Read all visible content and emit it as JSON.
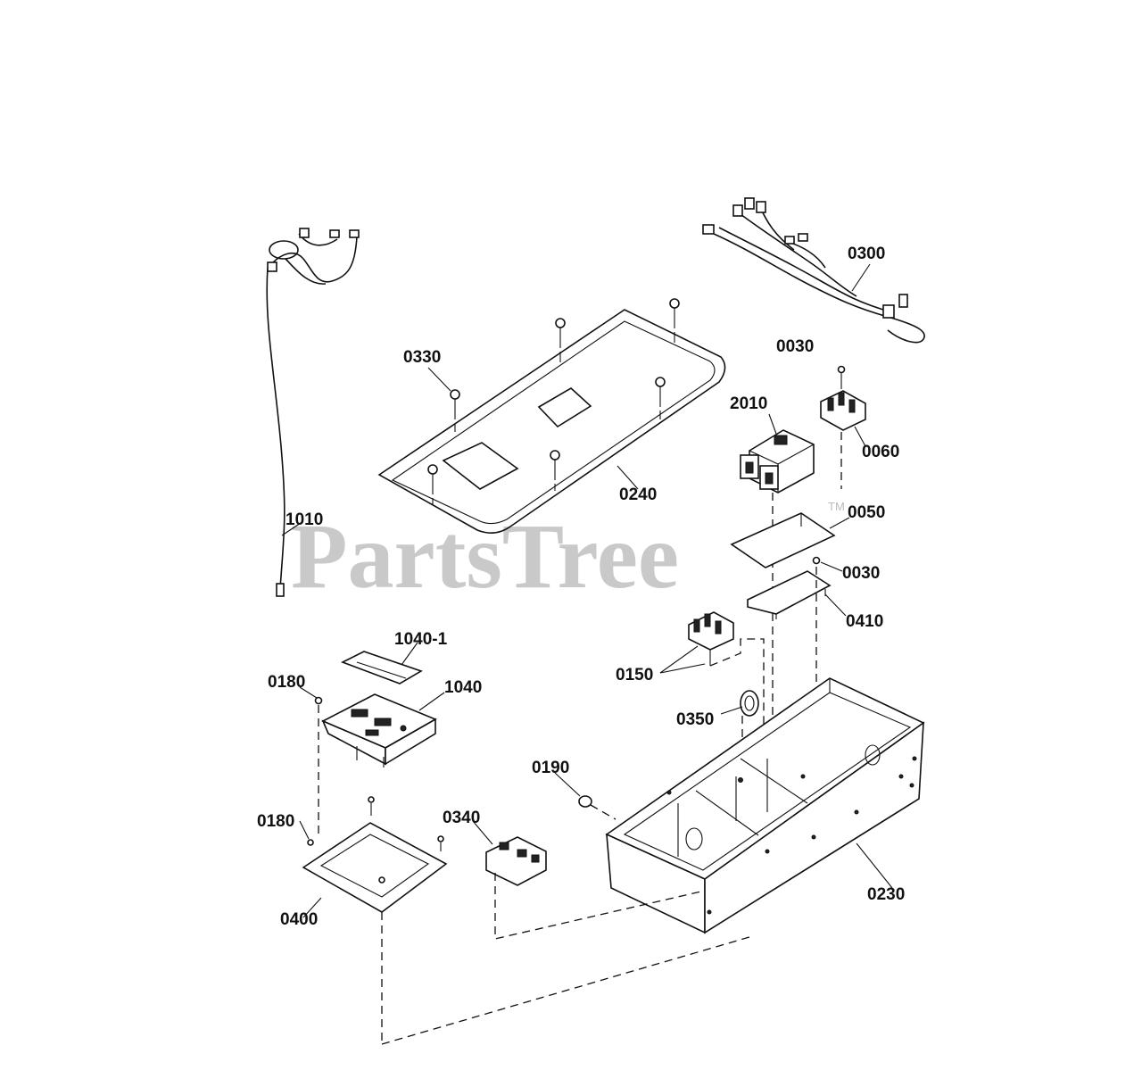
{
  "watermark": {
    "text": "PartsTree",
    "trademark": "TM"
  },
  "labels": {
    "p0300": "0300",
    "p0030a": "0030",
    "p0330": "0330",
    "p2010": "2010",
    "p0060": "0060",
    "p0240": "0240",
    "p0050": "0050",
    "p1010": "1010",
    "p0030b": "0030",
    "p0410": "0410",
    "p1040_1": "1040-1",
    "p0150": "0150",
    "p1040": "1040",
    "p0180a": "0180",
    "p0350": "0350",
    "p0190": "0190",
    "p0180b": "0180",
    "p0340": "0340",
    "p0230": "0230",
    "p0400": "0400"
  }
}
